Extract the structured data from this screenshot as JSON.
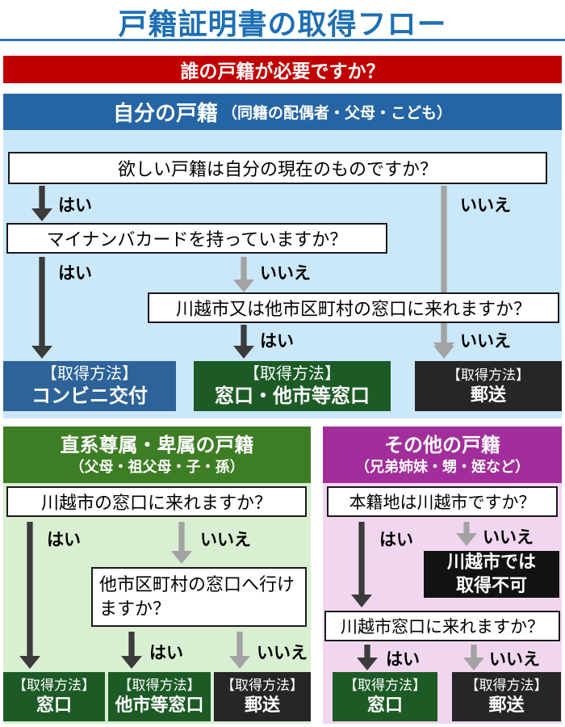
{
  "title": "戸籍証明書の取得フロー",
  "banner": "誰の戸籍が必要ですか？",
  "labels": {
    "yes": "はい",
    "no": "いいえ",
    "method": "【取得方法】"
  },
  "colors": {
    "title_blue": "#1e6fb4",
    "banner_red": "#c00000",
    "self_header_blue": "#2565a5",
    "self_bg": "#cbe8fa",
    "result_blue": "#2d6398",
    "result_green": "#1d5b26",
    "result_black": "#262626",
    "direct_header_green": "#3d7d24",
    "direct_bg": "#d9efd2",
    "other_header_magenta": "#a22e9b",
    "other_bg": "#f0d7ef"
  },
  "self_section": {
    "heading": "自分の戸籍",
    "heading_note": "（同籍の配偶者・父母・こども）",
    "q_current": "欲しい戸籍は自分の現在のものですか？",
    "q_mynumber": "マイナンバカードを持っていますか？",
    "q_counter": "川越市又は他市区町村の窓口に来れますか？",
    "result_conbini": "コンビニ交付",
    "result_counter": "窓口・他市等窓口",
    "result_mail": "郵送"
  },
  "direct_section": {
    "heading": "直系尊属・卑属の戸籍",
    "heading_note": "（父母・祖父母・子・孫）",
    "q_kawagoe": "川越市の窓口に来れますか？",
    "q_other": "他市区町村の窓口へ行けますか？",
    "result_counter": "窓口",
    "result_other": "他市等窓口",
    "result_mail": "郵送"
  },
  "other_section": {
    "heading": "その他の戸籍",
    "heading_note": "（兄弟姉妹・甥・姪など）",
    "q_honseki": "本籍地は川越市ですか？",
    "na_line1": "川越市では",
    "na_line2": "取得不可",
    "q_kawagoe": "川越市窓口に来れますか？",
    "result_counter": "窓口",
    "result_mail": "郵送"
  }
}
